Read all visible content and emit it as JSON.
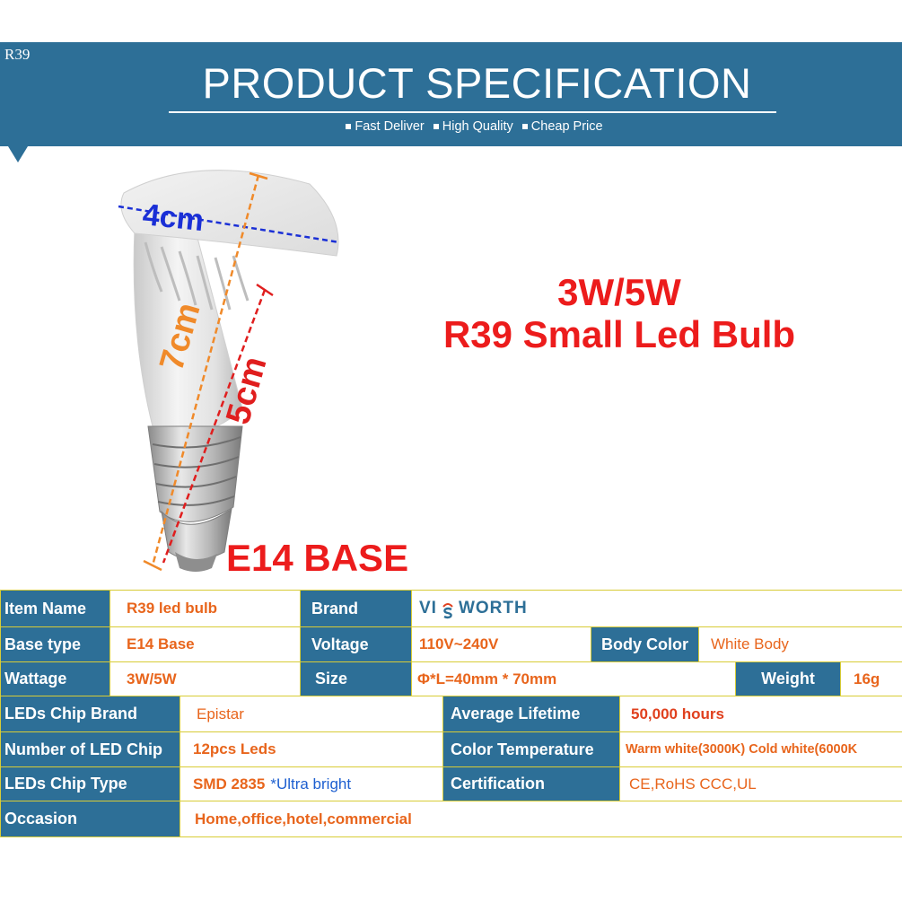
{
  "banner": {
    "model_tag": "R39",
    "title": "PRODUCT SPECIFICATION",
    "tagline": [
      "Fast Deliver",
      "High Quality",
      "Cheap Price"
    ]
  },
  "product": {
    "dimensions": {
      "width": "4cm",
      "height": "7cm",
      "body": "5cm"
    },
    "headline_1": "3W/5W",
    "headline_2": "R39 Small Led Bulb",
    "base_label": "E14 BASE"
  },
  "brand_logo": {
    "prefix": "VI",
    "suffix": "WORTH"
  },
  "spec": {
    "item_name_label": "Item Name",
    "item_name_value": "R39 led bulb",
    "brand_label": "Brand",
    "base_type_label": "Base type",
    "base_type_value": "E14 Base",
    "voltage_label": "Voltage",
    "voltage_value": "110V~240V",
    "body_color_label": "Body Color",
    "body_color_value": "White Body",
    "wattage_label": "Wattage",
    "wattage_value": "3W/5W",
    "size_label": "Size",
    "size_value": "Φ*L=40mm * 70mm",
    "weight_label": "Weight",
    "weight_value": "16g",
    "chip_brand_label": "LEDs Chip Brand",
    "chip_brand_value": "Epistar",
    "lifetime_label": "Average Lifetime",
    "lifetime_value": "50,000 hours",
    "led_count_label": "Number of LED Chip",
    "led_count_value": "12pcs  Leds",
    "color_temp_label": "Color Temperature",
    "color_temp_value": "Warm white(3000K) Cold white(6000K",
    "chip_type_label": "LEDs Chip Type",
    "chip_type_value": "SMD 2835",
    "chip_type_note": "*Ultra bright",
    "certification_label": "Certification",
    "certification_value": "CE,RoHS CCC,UL",
    "occasion_label": "Occasion",
    "occasion_value": "Home,office,hotel,commercial"
  },
  "colors": {
    "banner_blue": "#2d6f97",
    "headline_red": "#ec1c1c",
    "value_orange": "#e8651c",
    "table_border": "#d8cc36",
    "dimension_blue": "#1a2fd6",
    "dimension_orange": "#f08a2a"
  }
}
